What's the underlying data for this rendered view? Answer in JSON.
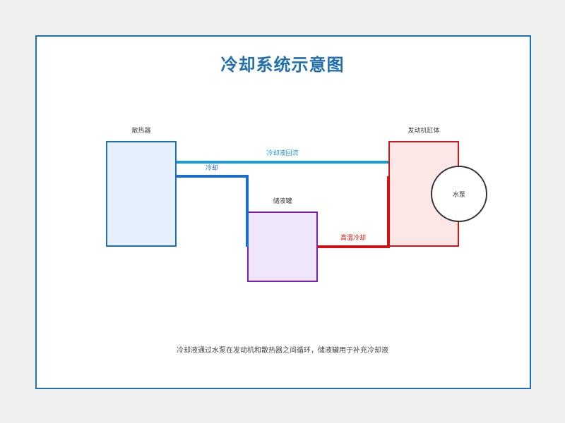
{
  "title": "冷却系统示意图",
  "nodes": {
    "left": {
      "label": "散热器"
    },
    "middle": {
      "label": "储液罐"
    },
    "right": {
      "label": "发动机缸体"
    },
    "circle": {
      "label": "水泵"
    }
  },
  "connections": {
    "cyan": {
      "label": "冷却液回流"
    },
    "blue": {
      "label": "冷却"
    },
    "red": {
      "label": "高温冷却"
    }
  },
  "footnote": "冷却液通过水泵在发动机和散热器之间循环，储液罐用于补充冷却液",
  "colors": {
    "frame": "#1f6fb2",
    "radiator_fill": "#e6f0fc",
    "reservoir_fill": "#efe6fc",
    "engine_fill": "#fde6e6",
    "cool_line": "#1a6fce",
    "return_line": "#1b9ad6",
    "hot_line": "#d60f0f"
  }
}
